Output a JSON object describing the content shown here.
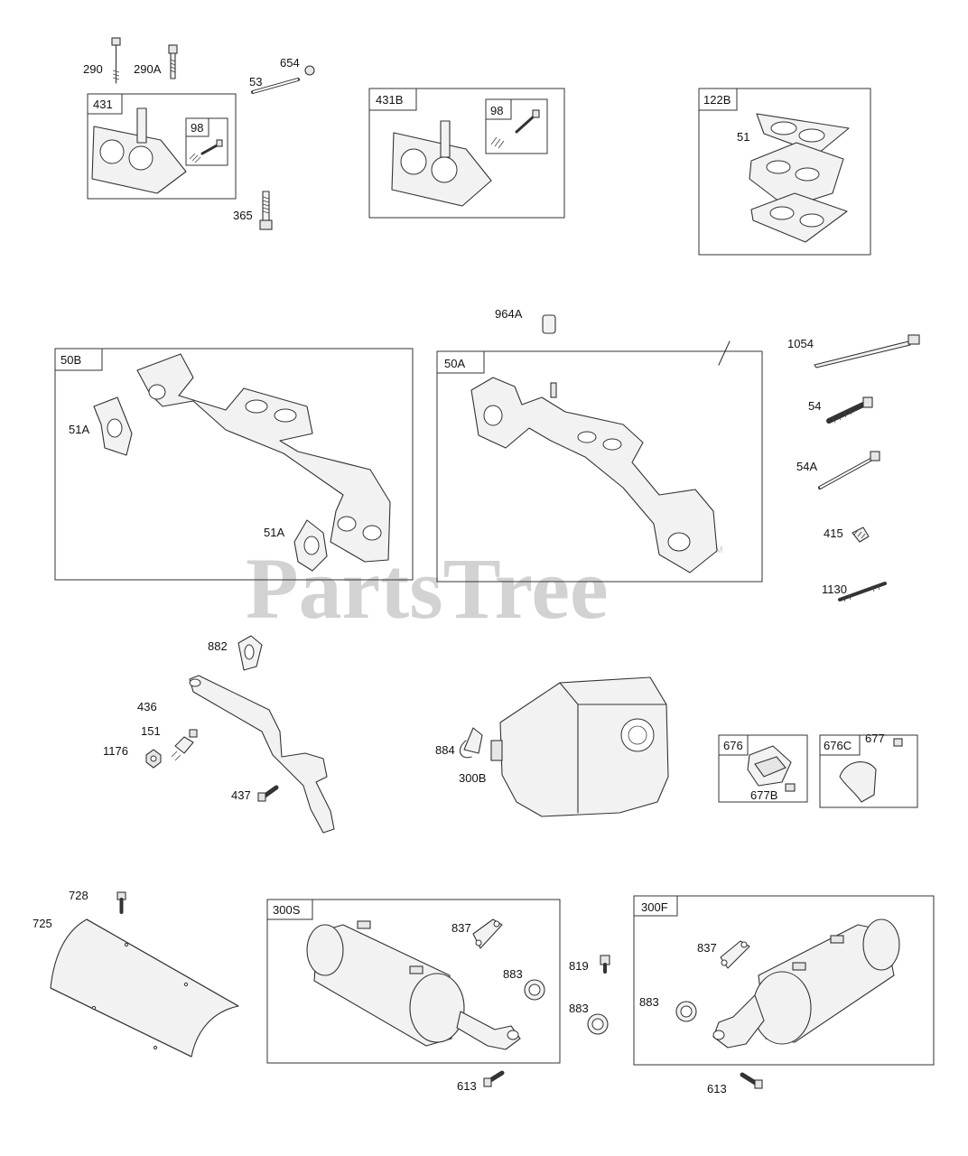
{
  "watermark": {
    "text": "PartsTree",
    "tm": "TM"
  },
  "groups": {
    "g431": "431",
    "g98a": "98",
    "g431b": "431B",
    "g98b": "98",
    "g122b": "122B",
    "g50b": "50B",
    "g50a": "50A",
    "g676": "676",
    "g676c": "676C",
    "g300s": "300S",
    "g300f": "300F"
  },
  "callouts": {
    "c290": "290",
    "c290a": "290A",
    "c53": "53",
    "c654": "654",
    "c365": "365",
    "c51": "51",
    "c964a": "964A",
    "c1054": "1054",
    "c51a_1": "51A",
    "c51a_2": "51A",
    "c54": "54",
    "c54a": "54A",
    "c415": "415",
    "c1130": "1130",
    "c882": "882",
    "c436": "436",
    "c151": "151",
    "c1176": "1176",
    "c437": "437",
    "c884": "884",
    "c300b": "300B",
    "c677": "677",
    "c677b": "677B",
    "c728": "728",
    "c725": "725",
    "c837_1": "837",
    "c883_1": "883",
    "c819": "819",
    "c883_2": "883",
    "c613_1": "613",
    "c837_2": "837",
    "c883_3": "883",
    "c613_2": "613"
  }
}
